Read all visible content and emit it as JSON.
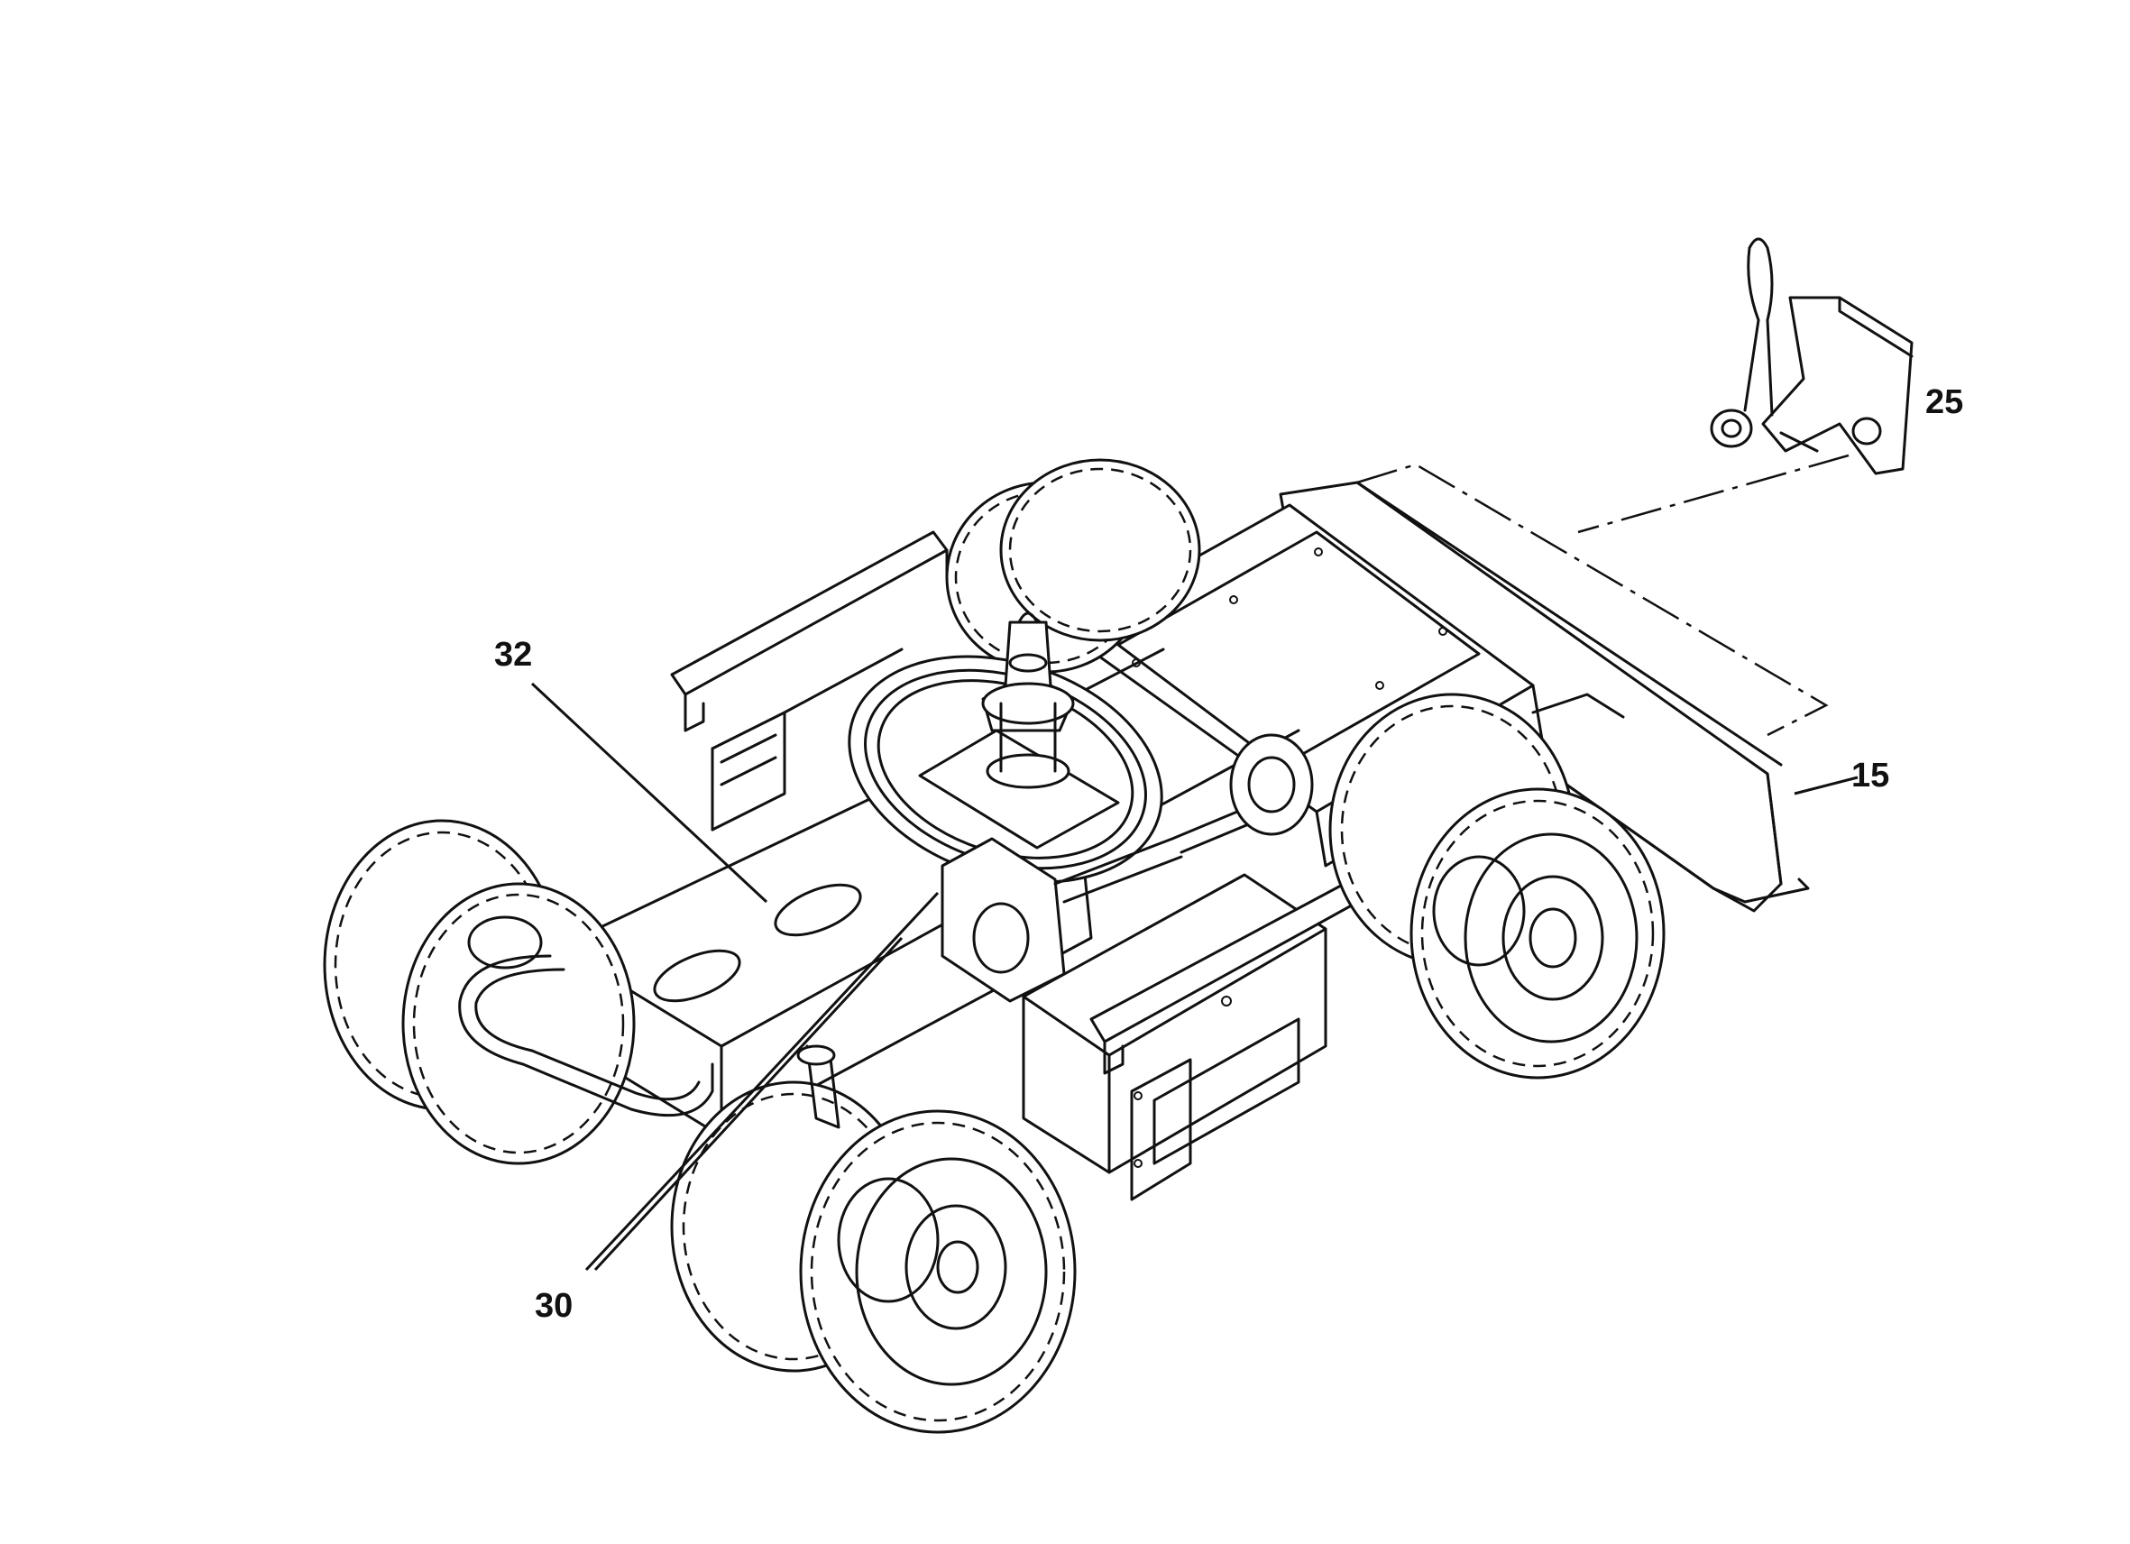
{
  "callouts": {
    "c25": "25",
    "c32": "32",
    "c15": "15",
    "c30": "30"
  }
}
